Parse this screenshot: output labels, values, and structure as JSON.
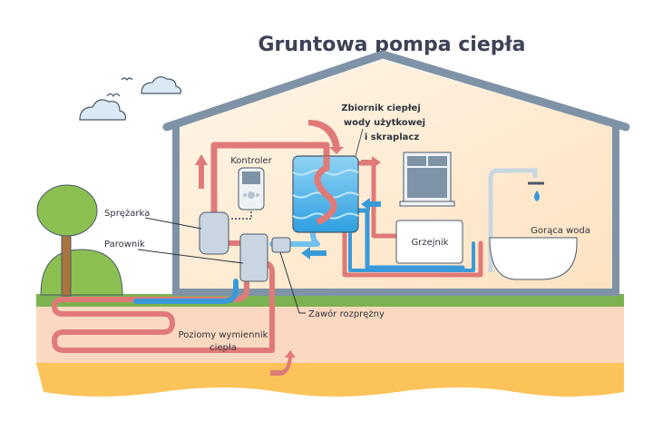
{
  "title": "Gruntowa pompa ciepła",
  "labels": {
    "tank": [
      "Zbiornik ciepłej",
      "wody użytkowej",
      "i skraplacz"
    ],
    "controller": "Kontroler",
    "compressor": "Sprężarka",
    "evaporator": "Parownik",
    "radiator": "Grzejnik",
    "hot_water": "Gorąca woda",
    "expansion_valve": "Zawór rozprężny",
    "ground_exchanger": [
      "Poziomy wymiennik",
      "ciepła"
    ]
  },
  "colors": {
    "title": "#3d4256",
    "hot_pipe": "#e07a78",
    "cold_pipe": "#3a9ad9",
    "tank_water": "#3ca9e0",
    "house_wall": "#7f93a6",
    "grass": "#7cb252",
    "soil": "#fbd9c0",
    "sand": "#fbc35a"
  }
}
